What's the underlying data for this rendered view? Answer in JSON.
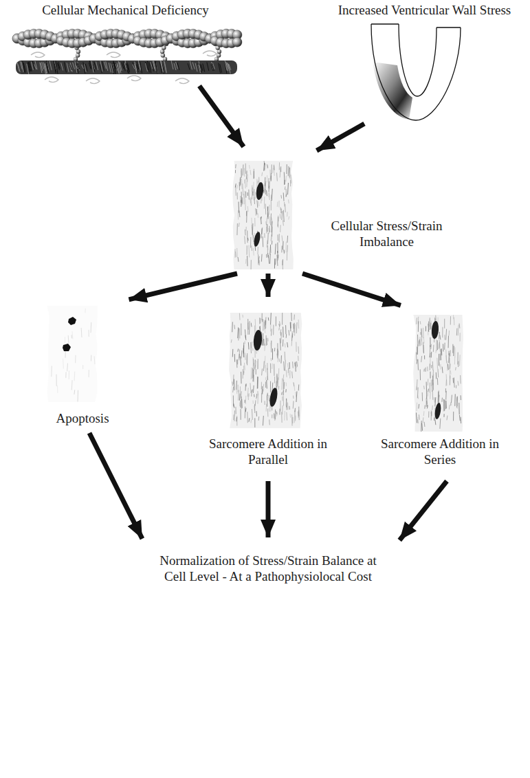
{
  "diagram": {
    "nodes": [
      {
        "text": [
          "Cellular Mechanical Deficiency"
        ]
      },
      {
        "text": [
          "Increased Ventricular Wall Stress"
        ]
      },
      {
        "text": [
          "Cellular Stress/Strain Imbalance"
        ]
      },
      {
        "text": [
          "Apoptosis"
        ]
      },
      {
        "text": [
          "Sarcomere Addition in Parallel"
        ]
      },
      {
        "text": [
          "Sarcomere Addition in Series"
        ]
      },
      {
        "text": [
          "Normalization of Stress/Strain Balance at Cell Level - At a Pathophysiolocal Cost"
        ]
      }
    ],
    "edges": [
      {
        "from": 0,
        "to": 2,
        "arrow": "to"
      },
      {
        "from": 1,
        "to": 2,
        "arrow": "to"
      },
      {
        "from": 2,
        "to": 3,
        "arrow": "to"
      },
      {
        "from": 2,
        "to": 4,
        "arrow": "to"
      },
      {
        "from": 2,
        "to": 5,
        "arrow": "to"
      },
      {
        "from": 3,
        "to": 6,
        "arrow": "to"
      },
      {
        "from": 4,
        "to": 6,
        "arrow": "to"
      },
      {
        "from": 5,
        "to": 6,
        "arrow": "to"
      }
    ]
  }
}
